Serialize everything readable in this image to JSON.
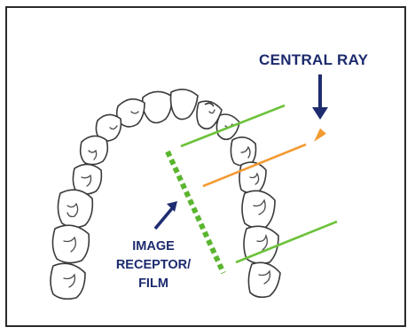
{
  "labels": {
    "central_ray": "CENTRAL RAY",
    "image_receptor_lines": [
      "IMAGE",
      "RECEPTOR/",
      "FILM"
    ]
  },
  "colors": {
    "label_navy": "#1c2a6e",
    "arrow_navy": "#1e2c70",
    "ray_green": "#6cc23a",
    "ray_orange": "#f39a33",
    "receptor_green": "#5bb52f",
    "tooth_outline": "#3a3a3a"
  },
  "icons": [
    "down-arrow-icon",
    "up-right-arrow-icon",
    "triangle-marker-icon"
  ]
}
